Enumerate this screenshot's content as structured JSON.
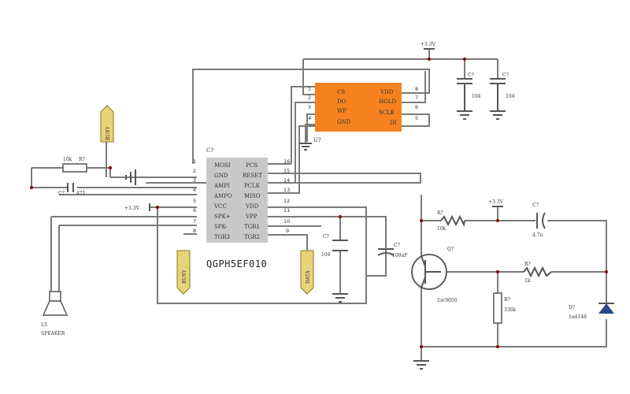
{
  "ic_main": {
    "name": "QGPH5EF010",
    "ref": "C?",
    "left_pins": [
      {
        "num": "1",
        "name": "MOSI"
      },
      {
        "num": "2",
        "name": "GND"
      },
      {
        "num": "3",
        "name": "AMPI"
      },
      {
        "num": "4",
        "name": "AMPO"
      },
      {
        "num": "5",
        "name": "VCC"
      },
      {
        "num": "6",
        "name": "SPK+"
      },
      {
        "num": "7",
        "name": "SPK-"
      },
      {
        "num": "8",
        "name": "TGR3"
      }
    ],
    "right_pins": [
      {
        "num": "16",
        "name": "PCS"
      },
      {
        "num": "15",
        "name": "RESET"
      },
      {
        "num": "14",
        "name": "PCLK"
      },
      {
        "num": "13",
        "name": "MISO"
      },
      {
        "num": "12",
        "name": "VDD"
      },
      {
        "num": "11",
        "name": "VPP"
      },
      {
        "num": "10",
        "name": "TGR1"
      },
      {
        "num": "9",
        "name": "TGR2"
      }
    ]
  },
  "ic_flash": {
    "ref": "U?",
    "left_pins": [
      {
        "num": "1",
        "name": "CS"
      },
      {
        "num": "2",
        "name": "DO"
      },
      {
        "num": "3",
        "name": "WP"
      },
      {
        "num": "4",
        "name": "GND"
      }
    ],
    "right_pins": [
      {
        "num": "8",
        "name": "VDD"
      },
      {
        "num": "7",
        "name": "HOLD"
      },
      {
        "num": "6",
        "name": "SCLK"
      },
      {
        "num": "5",
        "name": "DI"
      }
    ]
  },
  "labels": {
    "supply_top": "+3.3V",
    "supply_left": "+3.3V",
    "supply_right": "+3.3V",
    "cap_top1_ref": "C?",
    "cap_top1_val": "104",
    "cap_top2_ref": "C?",
    "cap_top2_val": "104",
    "res_left_val": "10k",
    "res_left_ref": "R?",
    "cap_left_ref": "C?",
    "cap_left_val": "471",
    "port_busy_top": "BUSY",
    "port_busy": "BUSY",
    "port_data": "DATA",
    "cap_mid_ref": "C?",
    "cap_mid_val": "104",
    "cap_elec_ref": "C?",
    "cap_elec_val": "100uF",
    "speaker_ref": "LS",
    "speaker_name": "SPEAKER",
    "res_base_ref": "R?",
    "res_base_val": "10k",
    "cap_out_ref": "C?",
    "cap_out_val": "4.7u",
    "transistor_ref": "Q?",
    "transistor_val": "2sc9050",
    "res_col_ref": "R?",
    "res_col_val": "1k",
    "res_pull_ref": "R?",
    "res_pull_val": "330k",
    "diode_ref": "D?",
    "diode_val": "1n4148"
  },
  "colors": {
    "flash_chip": "#f5821f",
    "main_chip": "#c8c8c8",
    "port_tag": "#e8d27a",
    "wire": "#7a7a7a"
  }
}
